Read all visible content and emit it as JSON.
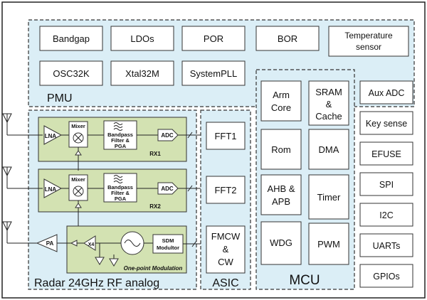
{
  "pmu": {
    "label": "PMU",
    "blocks": [
      "Bandgap",
      "LDOs",
      "POR",
      "BOR",
      "Temperature",
      "sensor",
      "OSC32K",
      "Xtal32M",
      "SystemPLL"
    ]
  },
  "rf": {
    "label": "Radar 24GHz RF analog",
    "rx1": {
      "lna": "LNA",
      "mixer": "Mixer",
      "filter": [
        "Bandpass",
        "Filter &",
        "PGA"
      ],
      "adc": "ADC",
      "name": "RX1"
    },
    "rx2": {
      "lna": "LNA",
      "mixer": "Mixer",
      "filter": [
        "Bandpass",
        "Filter &",
        "PGA"
      ],
      "adc": "ADC",
      "name": "RX2"
    },
    "tx": {
      "pa": "PA",
      "mult": "X4",
      "sdm": [
        "SDM",
        "Modultor"
      ],
      "modulation": "One-point Modulation"
    }
  },
  "asic": {
    "label": "ASIC",
    "blocks": [
      "FFT1",
      "FFT2",
      "FMCW",
      "&",
      "CW"
    ]
  },
  "mcu": {
    "label": "MCU",
    "blocks": [
      "Arm",
      "Core",
      "SRAM",
      "&",
      "Cache",
      "Rom",
      "DMA",
      "AHB &",
      "APB",
      "Timer",
      "WDG",
      "PWM"
    ]
  },
  "peripherals": [
    "Aux ADC",
    "Key sense",
    "EFUSE",
    "SPI",
    "I2C",
    "UARTs",
    "GPIOs"
  ],
  "colors": {
    "light_blue": "#dbeef6",
    "green": "#d3e2b2",
    "stroke": "#333333"
  }
}
